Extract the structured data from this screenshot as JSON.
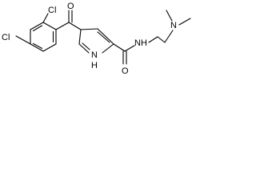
{
  "molecule": {
    "atom_labels": {
      "cl_top": "Cl",
      "cl_left": "Cl",
      "o_ketone": "O",
      "o_amide": "O",
      "nh_amide": "NH",
      "n_amine": "N",
      "n_pyrrole": "N",
      "h_pyrrole": "H"
    }
  }
}
